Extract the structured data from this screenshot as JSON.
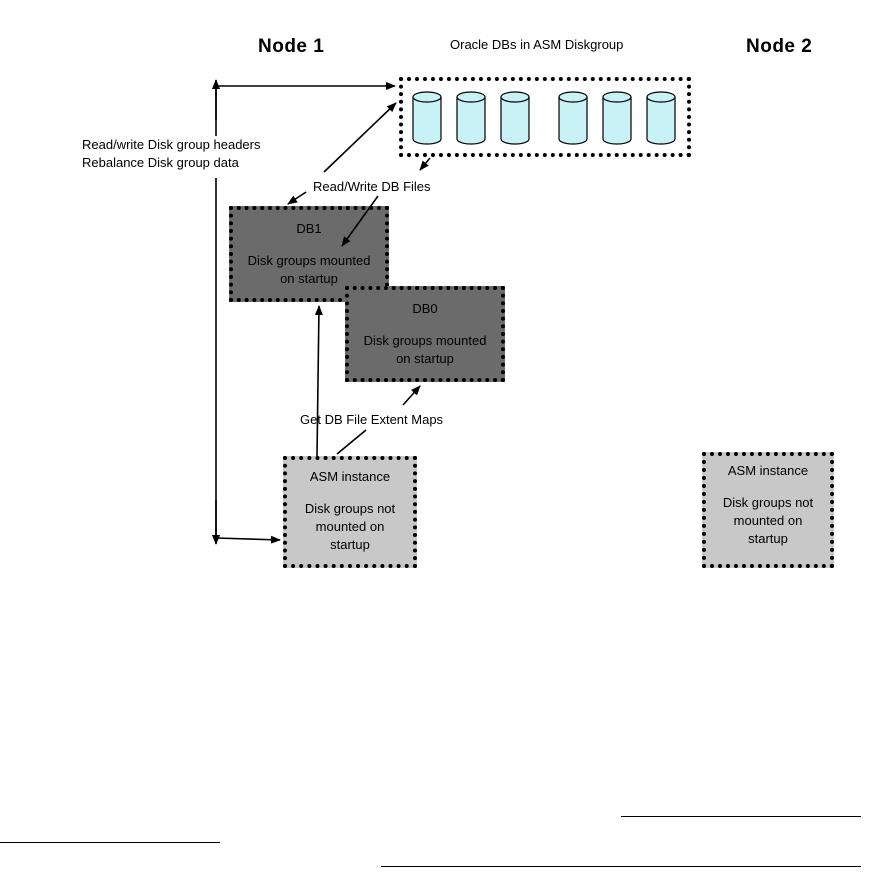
{
  "nodes": {
    "node1": "Node 1",
    "node2": "Node 2"
  },
  "diskgroup": {
    "title": "Oracle DBs in ASM Diskgroup",
    "disk_count": 6,
    "disk_fill": "#c9f2f7"
  },
  "labels": {
    "rw_headers": "Read/write Disk group headers",
    "rebalance": "Rebalance Disk group data",
    "rw_db_files": "Read/Write DB Files",
    "extent_maps": "Get DB File Extent Maps"
  },
  "db1": {
    "name": "DB1",
    "line1": "Disk groups mounted",
    "line2": "on startup"
  },
  "db0": {
    "name": "DB0",
    "line1": "Disk groups mounted",
    "line2": "on startup"
  },
  "asm1": {
    "name": "ASM instance",
    "line1": "Disk groups not",
    "line2": "mounted on",
    "line3": "startup"
  },
  "asm2": {
    "name": "ASM instance",
    "line1": "Disk groups not",
    "line2": "mounted on",
    "line3": "startup"
  },
  "colors": {
    "db_box": "#6b6b6b",
    "asm_box": "#c8c8c8"
  }
}
